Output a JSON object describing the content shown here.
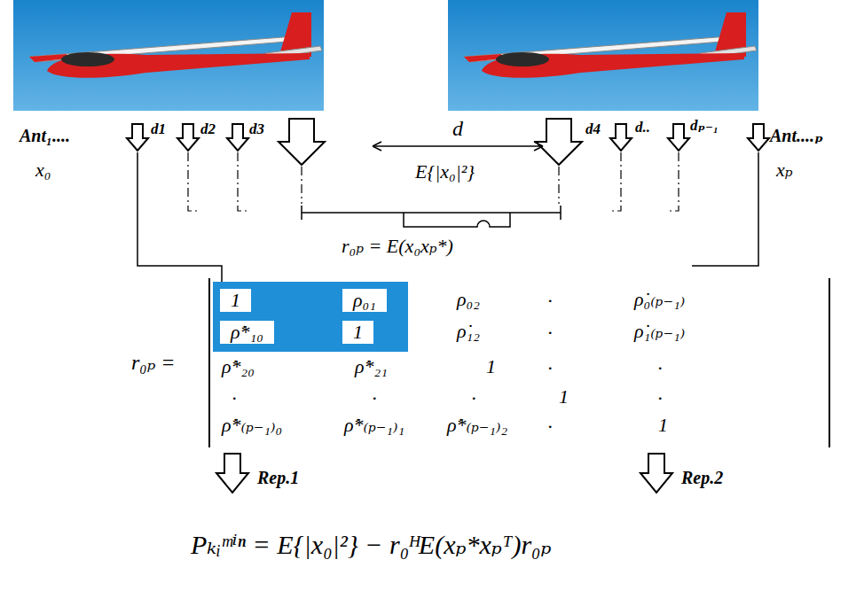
{
  "diagram": {
    "nodes": [
      {
        "text": [
          "1",
          "ρ₀₁",
          "ρ̇*₁₀",
          "1"
        ]
      }
    ],
    "labels": [
      "Ant₁....",
      "d1",
      "d2",
      "d3",
      "d",
      "d4",
      "d..",
      "dₚ₋₁",
      "Ant....ₚ",
      "x₀",
      "E{|x₀|²}",
      "xₚ",
      "r₀ₚ = E(x₀xₚ*)",
      "r₀ₚ =",
      "ρ₀₂",
      ".",
      "ρ̇₀₍ₚ₋₁₎",
      "ρ̇₁₂",
      ".",
      "ρ̇₁₍ₚ₋₁₎",
      "ρ̇*₂₀",
      "ρ̇*₂₁",
      "1",
      ".",
      ".",
      ".",
      ".",
      ".",
      "1",
      ".",
      "ρ̇*₍ₚ₋₁₎₀",
      "ρ̇*₍ₚ₋₁₎₁",
      "ρ̇*₍ₚ₋₁₎₂",
      ".",
      "1",
      "Rep.1",
      "Rep.2",
      "Pₖᵢᵐⁱⁿ = E{|x₀|²} − r₀ᴴE(xₚ*xₚᵀ)r₀ₚ"
    ]
  }
}
